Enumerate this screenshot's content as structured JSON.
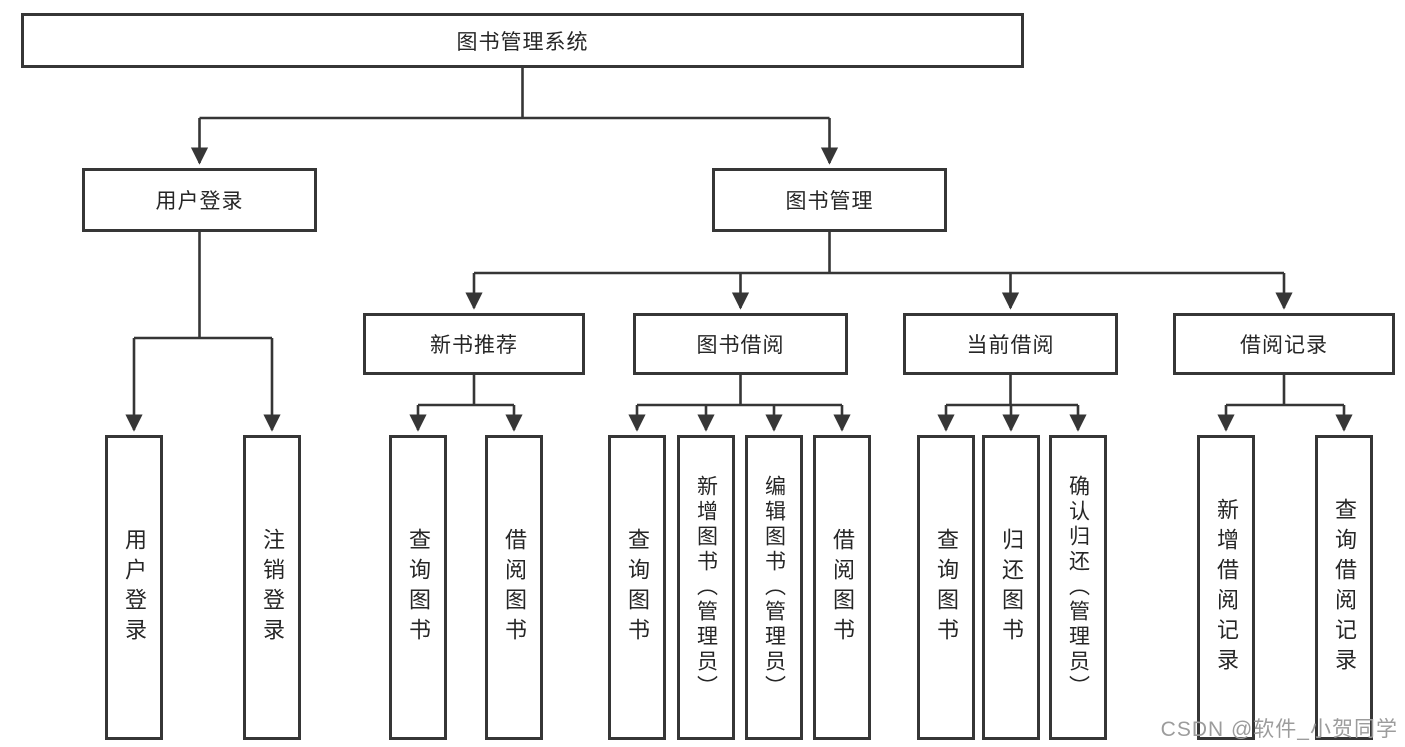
{
  "tree": {
    "root": {
      "label": "图书管理系统",
      "children": [
        {
          "label": "用户登录",
          "children": [
            {
              "label": "用户登录"
            },
            {
              "label": "注销登录"
            }
          ]
        },
        {
          "label": "图书管理",
          "children": [
            {
              "label": "新书推荐",
              "children": [
                {
                  "label": "查询图书"
                },
                {
                  "label": "借阅图书"
                }
              ]
            },
            {
              "label": "图书借阅",
              "children": [
                {
                  "label": "查询图书"
                },
                {
                  "label": "新增图书（管理员）"
                },
                {
                  "label": "编辑图书（管理员）"
                },
                {
                  "label": "借阅图书"
                }
              ]
            },
            {
              "label": "当前借阅",
              "children": [
                {
                  "label": "查询图书"
                },
                {
                  "label": "归还图书"
                },
                {
                  "label": "确认归还（管理员）"
                }
              ]
            },
            {
              "label": "借阅记录",
              "children": [
                {
                  "label": "新增借阅记录"
                },
                {
                  "label": "查询借阅记录"
                }
              ]
            }
          ]
        }
      ]
    }
  },
  "watermark": "CSDN @软件_小贺同学",
  "colors": {
    "line": "#363636",
    "box_border": "#363636",
    "box_background": "#ffffff",
    "text": "#262626",
    "watermark": "#9c9c9c",
    "page_background": "#ffffff"
  }
}
